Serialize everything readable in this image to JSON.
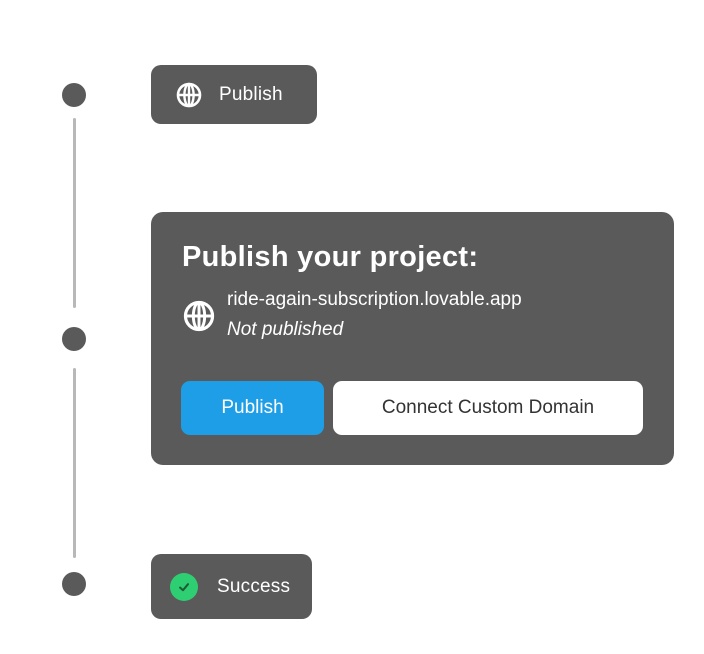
{
  "steps": {
    "publish_pill": {
      "icon": "globe-icon",
      "label": "Publish"
    },
    "card": {
      "title": "Publish your project:",
      "icon": "globe-icon",
      "domain": "ride-again-subscription.lovable.app",
      "status": "Not published",
      "publish_button": "Publish",
      "connect_button": "Connect Custom Domain"
    },
    "success_pill": {
      "icon": "check-icon",
      "label": "Success"
    }
  },
  "colors": {
    "panel": "#5a5a5a",
    "timeline_dot": "#5a5a5a",
    "timeline_line": "#b8b8b8",
    "primary_button": "#1e9ee6",
    "success": "#2ecf72"
  }
}
